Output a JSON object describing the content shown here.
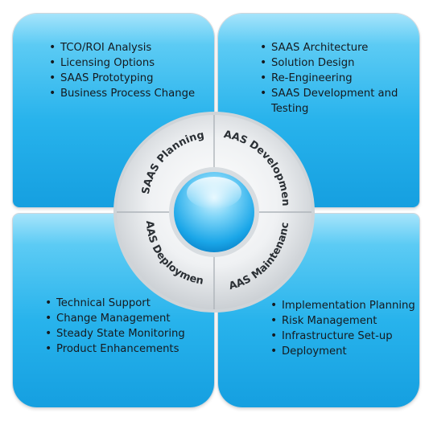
{
  "quadrants": {
    "top_left": {
      "items": [
        "TCO/ROI Analysis",
        "Licensing Options",
        "SAAS Prototyping",
        "Business Process Change"
      ]
    },
    "top_right": {
      "items": [
        "SAAS Architecture",
        "Solution Design",
        "Re-Engineering",
        "SAAS Development and Testing"
      ]
    },
    "bottom_left": {
      "items": [
        "Technical Support",
        "Change Management",
        "Steady State Monitoring",
        "Product Enhancements"
      ]
    },
    "bottom_right": {
      "items": [
        "Implementation Planning",
        "Risk Management",
        "Infrastructure Set-up",
        "Deployment"
      ]
    }
  },
  "wheel": {
    "planning": "SAAS Planning",
    "development": "SAAS Development",
    "maintenance": "SAAS Maintenance",
    "deployment": "SAAS Deployment"
  },
  "colors": {
    "panel_blue": "#1fa7e6",
    "panel_light": "#a6e4fb",
    "ring_gray": "#d9dcdf",
    "label_text": "#2a2f34"
  }
}
